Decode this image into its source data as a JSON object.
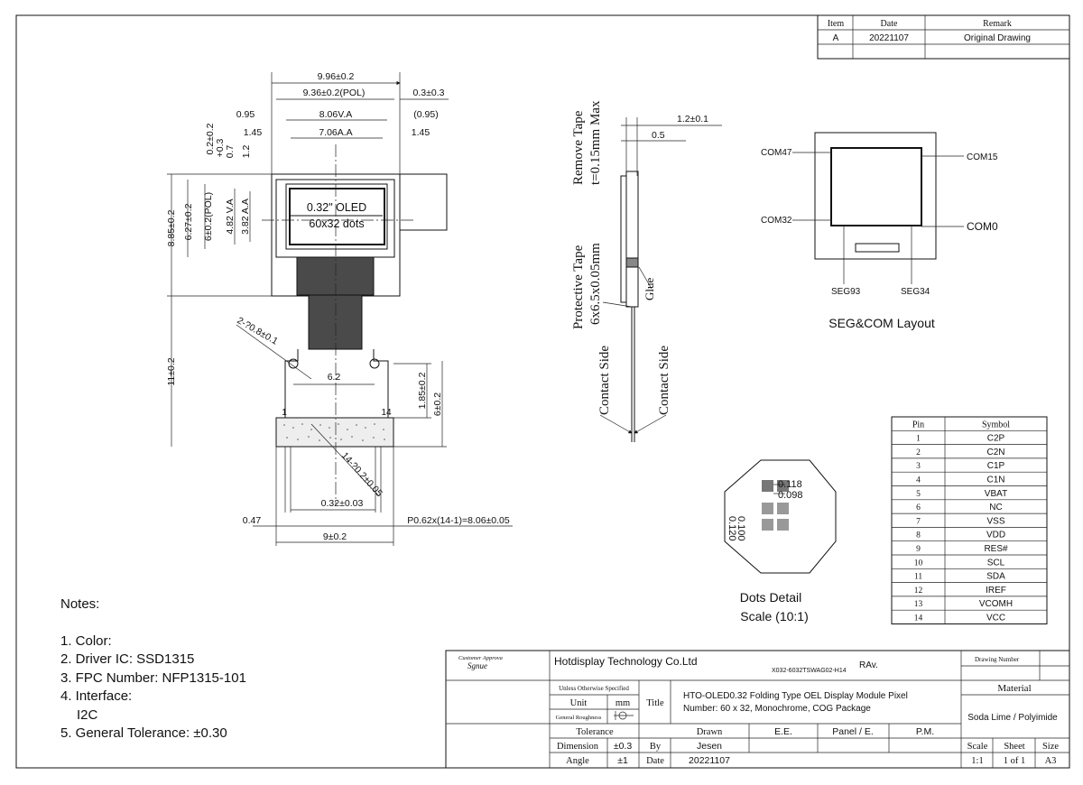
{
  "revision_table": {
    "headers": [
      "Item",
      "Date",
      "Remark"
    ],
    "rows": [
      [
        "A",
        "20221107",
        "Original Drawing"
      ]
    ]
  },
  "front_view": {
    "dims_top": [
      "9.96±0.2",
      "9.36±0.2(POL)",
      "0.3±0.3",
      "0.95",
      "8.06V.A",
      "(0.95)",
      "1.45",
      "7.06A.A",
      "1.45"
    ],
    "dims_left": [
      "8.85±0.2",
      "6.27±0.2",
      "6±0.2(POL)",
      "4.82 V.A",
      "3.82 A.A",
      "0.2±0.2",
      "+0.3",
      "0.7",
      "1.2",
      "11±0.2"
    ],
    "display_label_1": "0.32\" OLED",
    "display_label_2": "60x32 dots",
    "hole_dim": "2-?0.8±0.1",
    "hole_spacing": "6.2",
    "pin_first": "1",
    "pin_last": "14",
    "dims_tail": [
      "1.85±0.2",
      "6±0.2"
    ],
    "pitch_dim": "14-?0.2±0.05",
    "pad_width": "0.32±0.03",
    "bottom_left": "0.47",
    "bottom_width": "9±0.2",
    "pitch_total": "P0.62x(14-1)=8.06±0.05"
  },
  "side_view": {
    "remove_tape_1": "Remove Tape",
    "remove_tape_2": "t=0.15mm Max",
    "dim_1": "1.2±0.1",
    "dim_2": "0.5",
    "protective_1": "Protective Tape",
    "protective_2": "6x6.5x0.05mm",
    "glue": "Glue",
    "contact_left": "Contact Side",
    "contact_right": "Contact Side"
  },
  "seg_com": {
    "com47": "COM47",
    "com15": "COM15",
    "com32": "COM32",
    "com0": "COM0",
    "seg93": "SEG93",
    "seg34": "SEG34",
    "title": "SEG&COM  Layout"
  },
  "dots_detail": {
    "d1": "0.118",
    "d2": "0.098",
    "d3": "0.100",
    "d4": "0.120",
    "title": "Dots Detail",
    "scale": "Scale (10:1)"
  },
  "pin_table": {
    "headers": [
      "Pin",
      "Symbol"
    ],
    "rows": [
      [
        "1",
        "C2P"
      ],
      [
        "2",
        "C2N"
      ],
      [
        "3",
        "C1P"
      ],
      [
        "4",
        "C1N"
      ],
      [
        "5",
        "VBAT"
      ],
      [
        "6",
        "NC"
      ],
      [
        "7",
        "VSS"
      ],
      [
        "8",
        "VDD"
      ],
      [
        "9",
        "RES#"
      ],
      [
        "10",
        "SCL"
      ],
      [
        "11",
        "SDA"
      ],
      [
        "12",
        "IREF"
      ],
      [
        "13",
        "VCOMH"
      ],
      [
        "14",
        "VCC"
      ]
    ]
  },
  "notes": {
    "title": "Notes:",
    "items": [
      "1. Color:",
      "2. Driver IC: SSD1315",
      "3. FPC Number: NFP1315-101",
      "4. Interface:",
      "I2C",
      "5. General Tolerance: ±0.30"
    ]
  },
  "title_block": {
    "customer_approval": "Customer Approva",
    "signature": "Sgnue",
    "company": "Hotdisplay Technology Co.Ltd",
    "drawing_no": "X032-6032TSWAG02-H14",
    "rev_label": "RAv.",
    "drawing_number_label": "Drawing Number",
    "unless_specified": "Unless Otherwise Specified",
    "unit_label": "Unit",
    "unit_value": "mm",
    "roughness": "General Roughness",
    "title_label": "Title",
    "title_line1": "HTO-OLED0.32 Folding Type OEL Display Module     Pixel",
    "title_line2": "Number: 60 x 32, Monochrome, COG Package",
    "material_label": "Material",
    "material_value": "Soda Lime / Polyimide",
    "tolerance": "Tolerance",
    "drawn": "Drawn",
    "ee": "E.E.",
    "panel_e": "Panel / E.",
    "pm": "P.M.",
    "dimension": "Dimension",
    "dimension_tol": "±0.3",
    "by": "By",
    "by_value": "Jesen",
    "angle": "Angle",
    "angle_tol": "±1",
    "date_label": "Date",
    "date_value": "20221107",
    "scale_label": "Scale",
    "sheet_label": "Sheet",
    "size_label": "Size",
    "scale_value": "1:1",
    "sheet_value": "1 of 1",
    "size_value": "A3"
  }
}
